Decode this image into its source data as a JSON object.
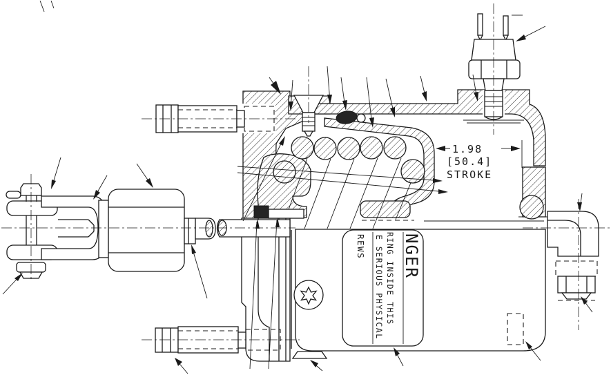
{
  "drawing": {
    "dimension": {
      "value": "1.98",
      "metric_value": "[50.4]",
      "label": "STROKE"
    },
    "warning_label": {
      "danger_fragment": "NGER",
      "warning_line_1": "RING INSIDE THIS",
      "warning_line_2": "E SERIOUS PHYSICAL",
      "screws_fragment": "REWS"
    },
    "colors": {
      "line": "#1a1a1a",
      "background": "#ffffff"
    }
  }
}
